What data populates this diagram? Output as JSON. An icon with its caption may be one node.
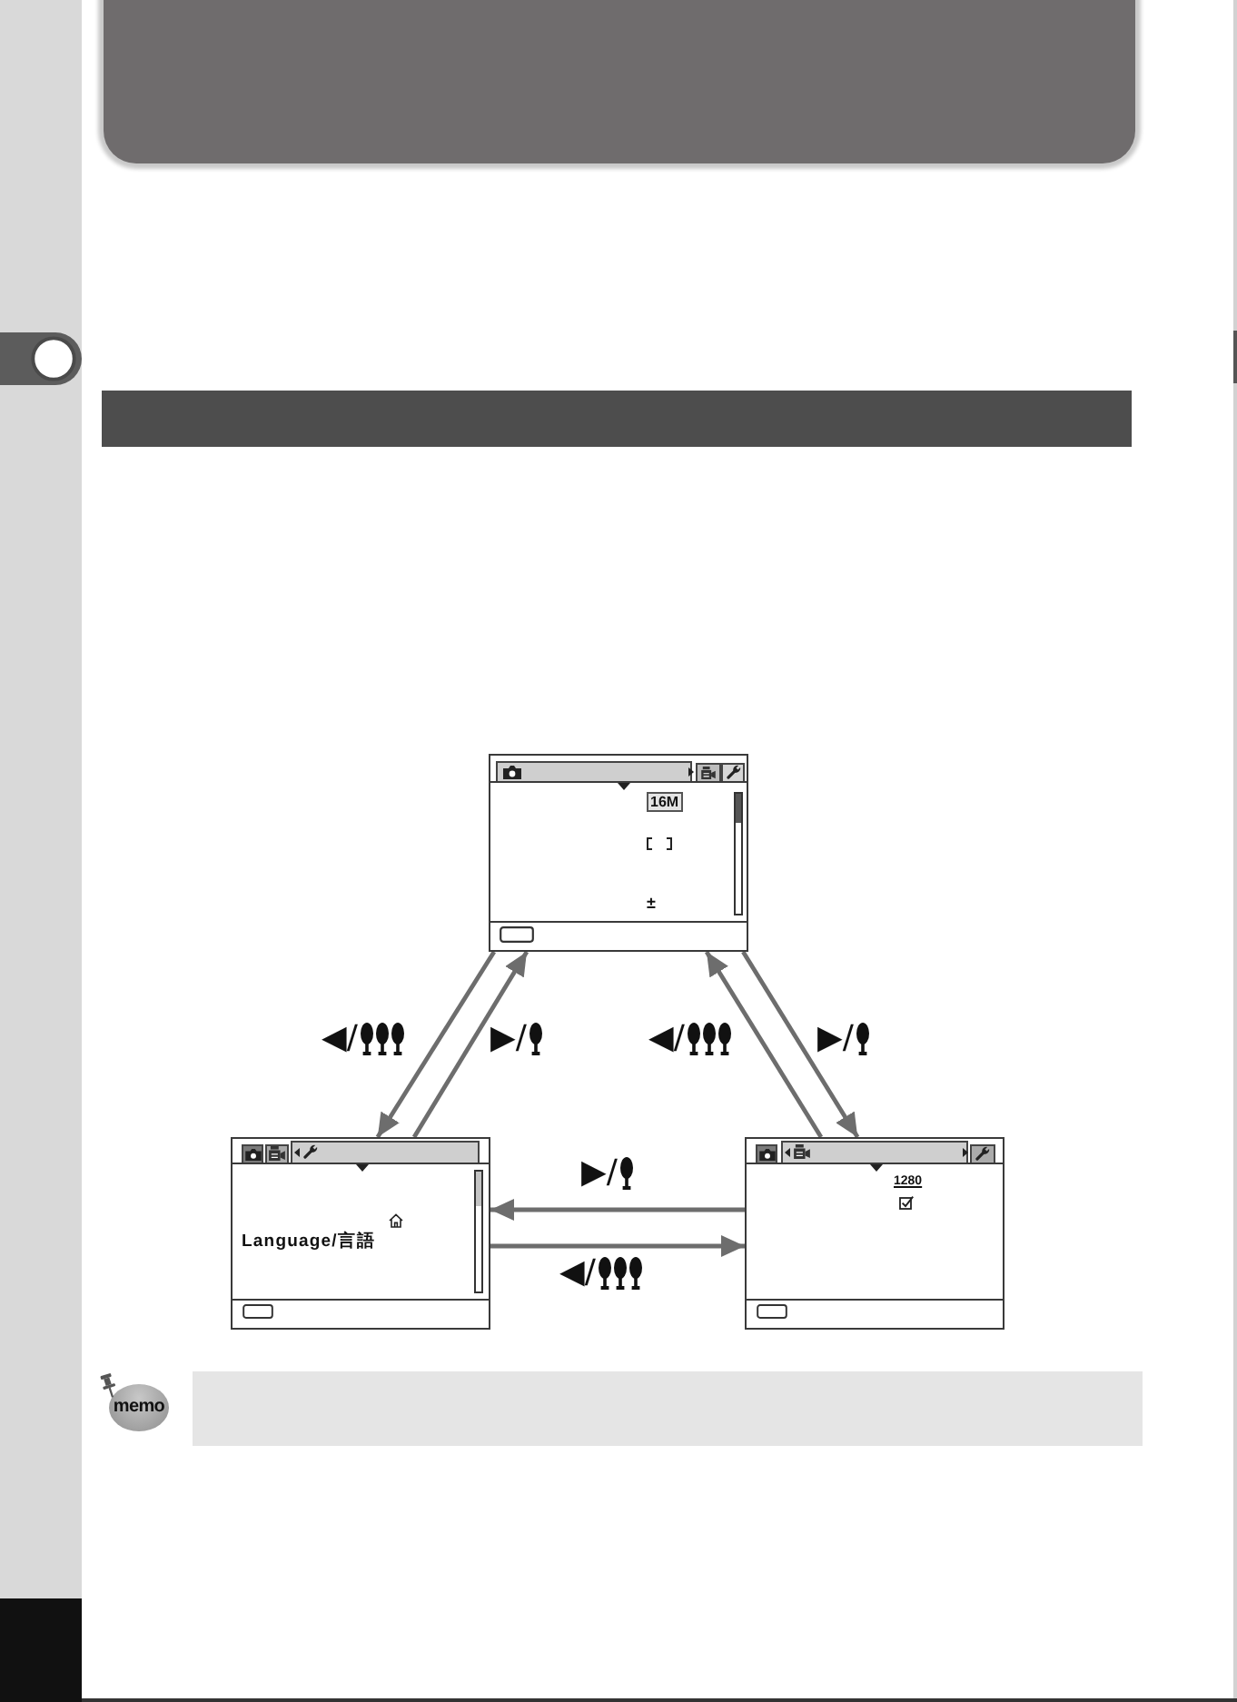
{
  "diagram": {
    "nodes": [
      {
        "text": [],
        "shape": "box"
      },
      {
        "text": [],
        "shape": "bar"
      },
      {
        "text": [
          "16M",
          "±"
        ]
      },
      {
        "text": [
          "Language/言語"
        ]
      },
      {
        "text": [
          "1280"
        ]
      },
      {
        "text": [
          "memo"
        ]
      },
      {
        "text": [],
        "shape": "box"
      }
    ],
    "edges": [
      {
        "from": 2,
        "to": 3,
        "arrow": "to",
        "label": "◀/"
      },
      {
        "from": 3,
        "to": 2,
        "arrow": "to",
        "label": "▶/"
      },
      {
        "from": 4,
        "to": 2,
        "arrow": "to",
        "label": "◀/"
      },
      {
        "from": 2,
        "to": 4,
        "arrow": "to",
        "label": "▶/"
      },
      {
        "from": 4,
        "to": 3,
        "arrow": "to",
        "label": "▶/"
      },
      {
        "from": 3,
        "to": 4,
        "arrow": "to",
        "label": "◀/"
      }
    ]
  }
}
